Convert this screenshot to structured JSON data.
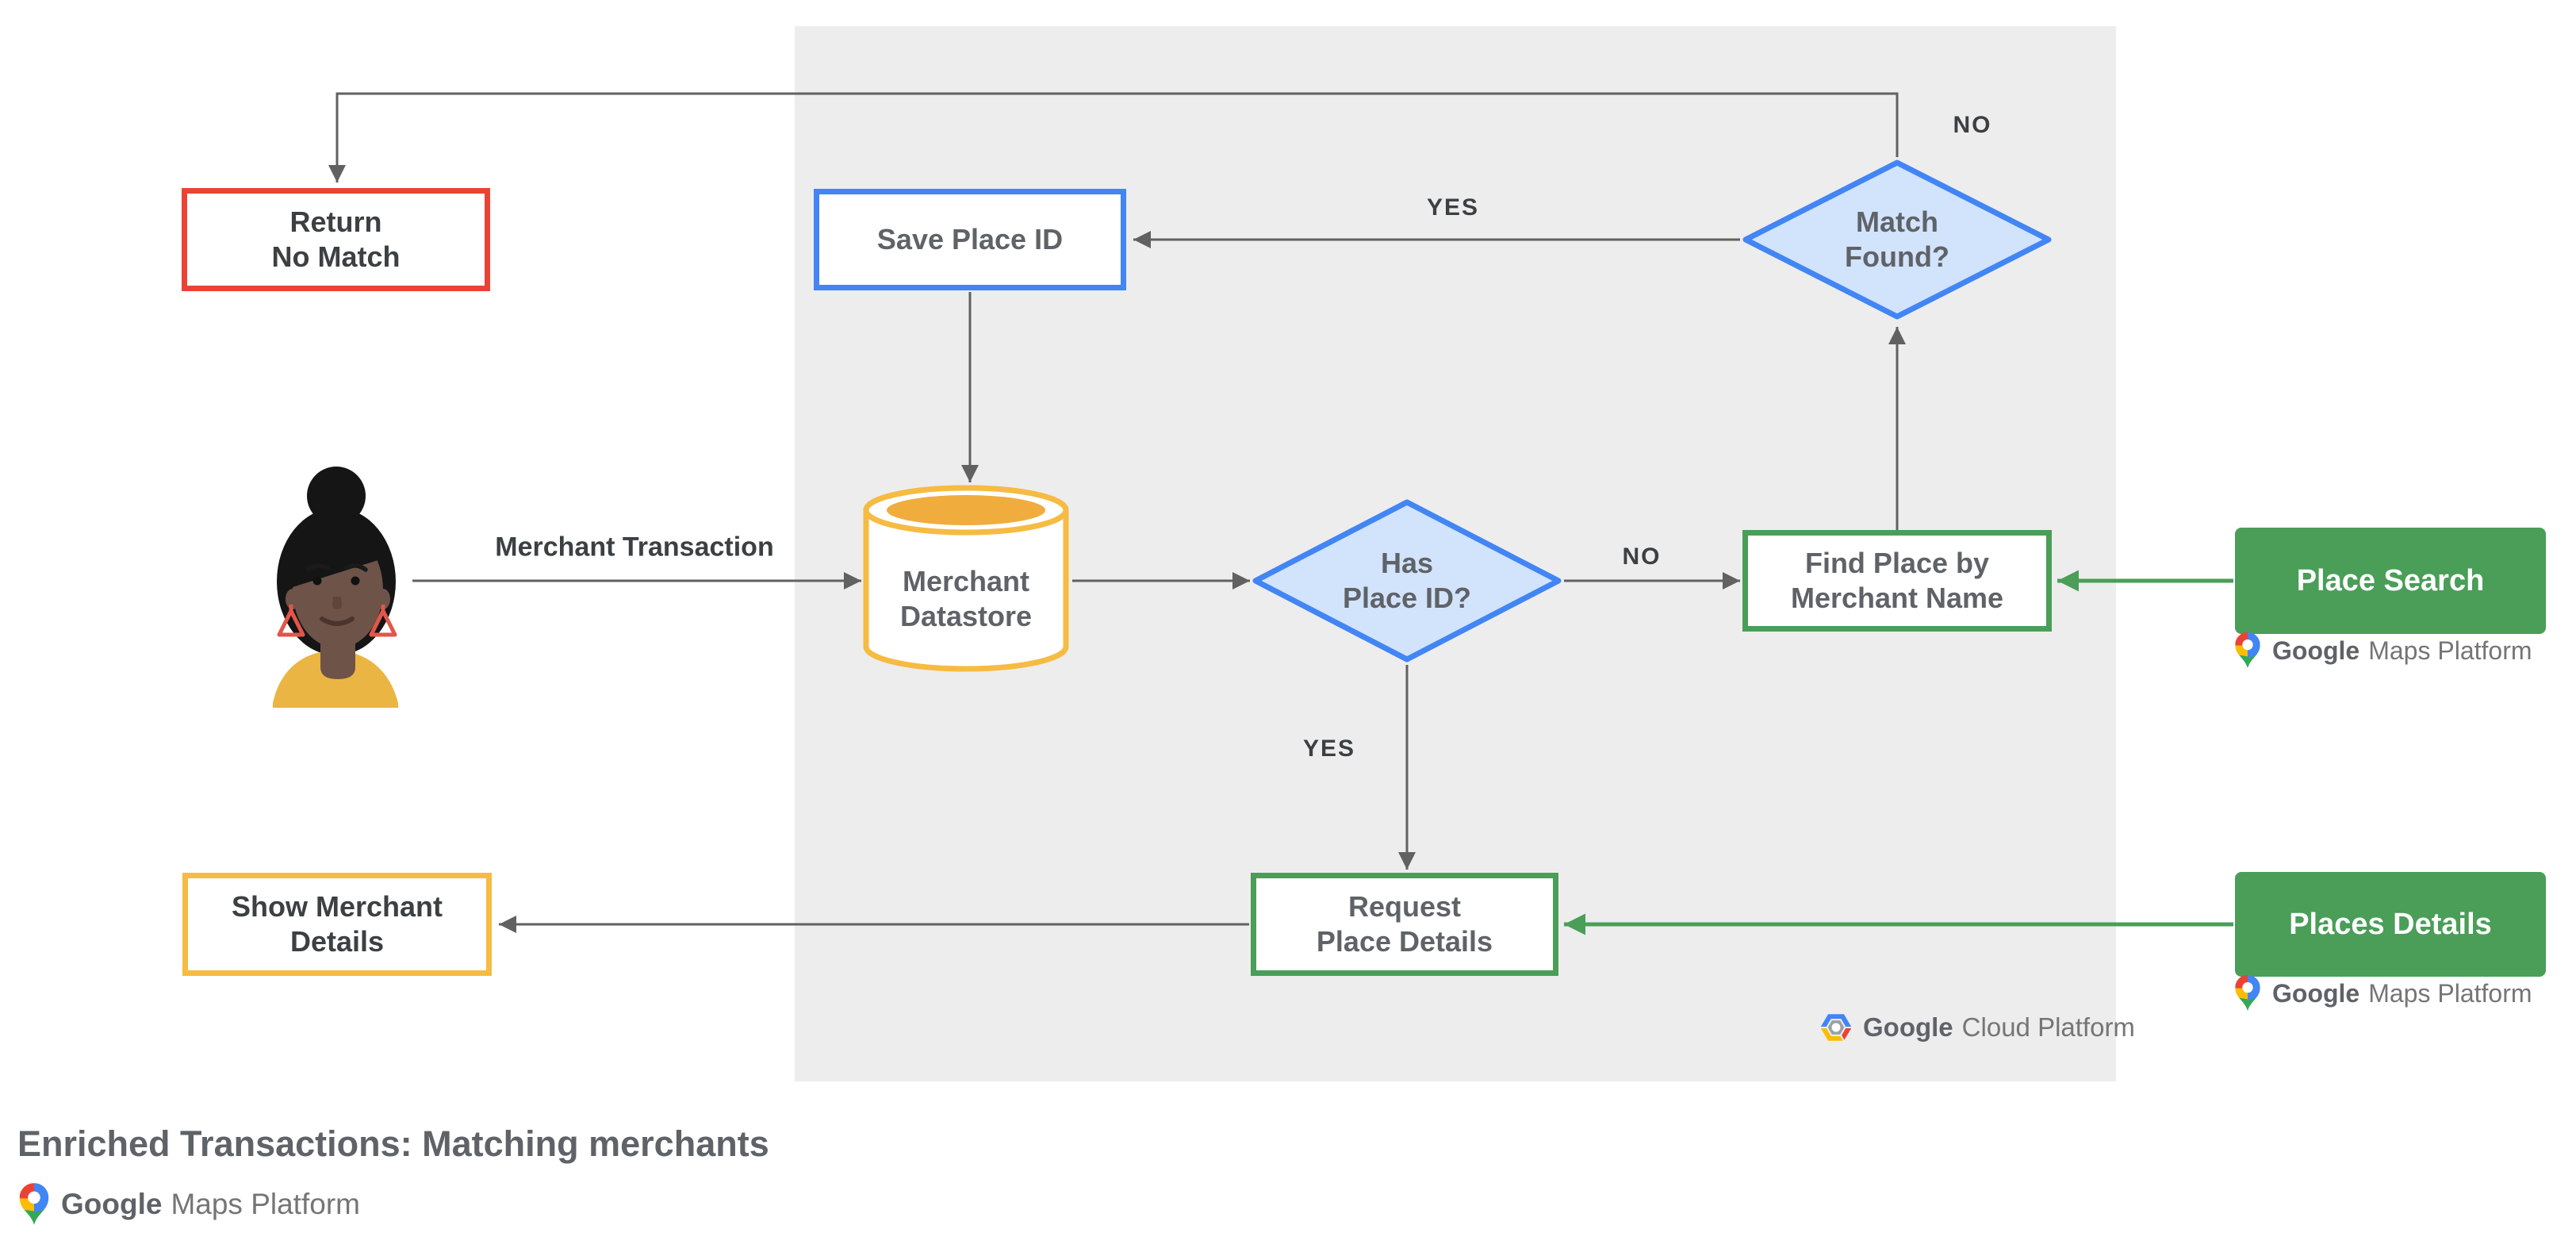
{
  "diagram": {
    "title": "Enriched Transactions: Matching merchants",
    "nodes": {
      "return_no_match": "Return\nNo Match",
      "save_place_id": "Save Place ID",
      "match_found": "Match\nFound?",
      "merchant_datastore": "Merchant\nDatastore",
      "has_place_id": "Has\nPlace ID?",
      "find_place_by_merchant_name": "Find Place by\nMerchant Name",
      "place_search": "Place Search",
      "request_place_details": "Request\nPlace Details",
      "places_details": "Places Details",
      "show_merchant_details": "Show Merchant\nDetails"
    },
    "edge_labels": {
      "match_found_no": "NO",
      "match_found_yes": "YES",
      "has_place_id_no": "NO",
      "has_place_id_yes": "YES"
    },
    "flow_label": "Merchant Transaction",
    "lockups": {
      "gmp": {
        "brand": "Google",
        "product": "Maps Platform"
      },
      "gcp": {
        "brand": "Google",
        "product": "Cloud Platform"
      }
    },
    "icons": [
      "user-avatar",
      "google-maps-pin-icon",
      "google-cloud-hexagon-icon"
    ],
    "colors": {
      "blue": "#4285f4",
      "light_blue": "#d2e3fc",
      "green": "#4a9e58",
      "red": "#ea4335",
      "yellow": "#f6bb42",
      "line_gray": "#616161",
      "panel_gray": "#ededed",
      "text_dark": "#3c4043",
      "text_gray": "#5f6368"
    }
  }
}
